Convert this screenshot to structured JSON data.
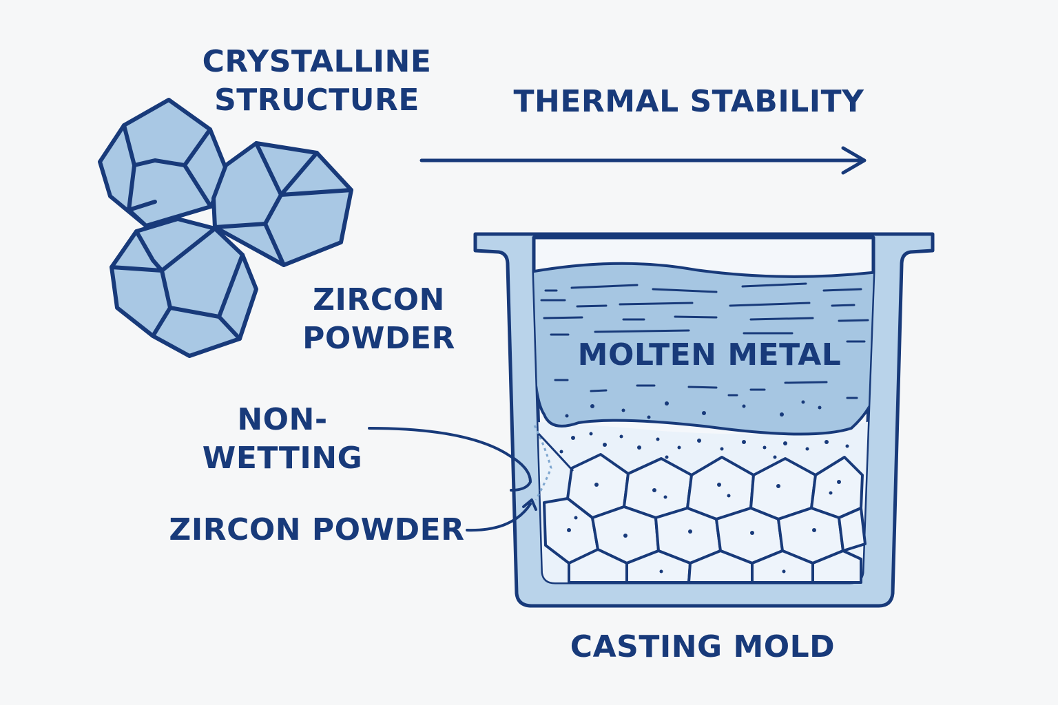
{
  "labels": {
    "crystalline_line1": "CRYSTALLINE",
    "crystalline_line2": "STRUCTURE",
    "thermal": "THERMAL STABILITY",
    "zircon_powder_line1": "ZIRCON",
    "zircon_powder_line2": "POWDER",
    "molten_metal": "MOLTEN METAL",
    "non_wetting_line1": "NON-",
    "non_wetting_line2": "WETTING",
    "zircon_powder_bottom": "ZIRCON POWDER",
    "casting_mold": "CASTING MOLD"
  },
  "colors": {
    "ink": "#183a7a",
    "crystal_fill": "#a9c8e4",
    "metal_fill": "#a6c6e2",
    "mold_fill": "#b9d3ea",
    "powder_fill": "#eaf2fa",
    "background": "#f6f7f8"
  }
}
